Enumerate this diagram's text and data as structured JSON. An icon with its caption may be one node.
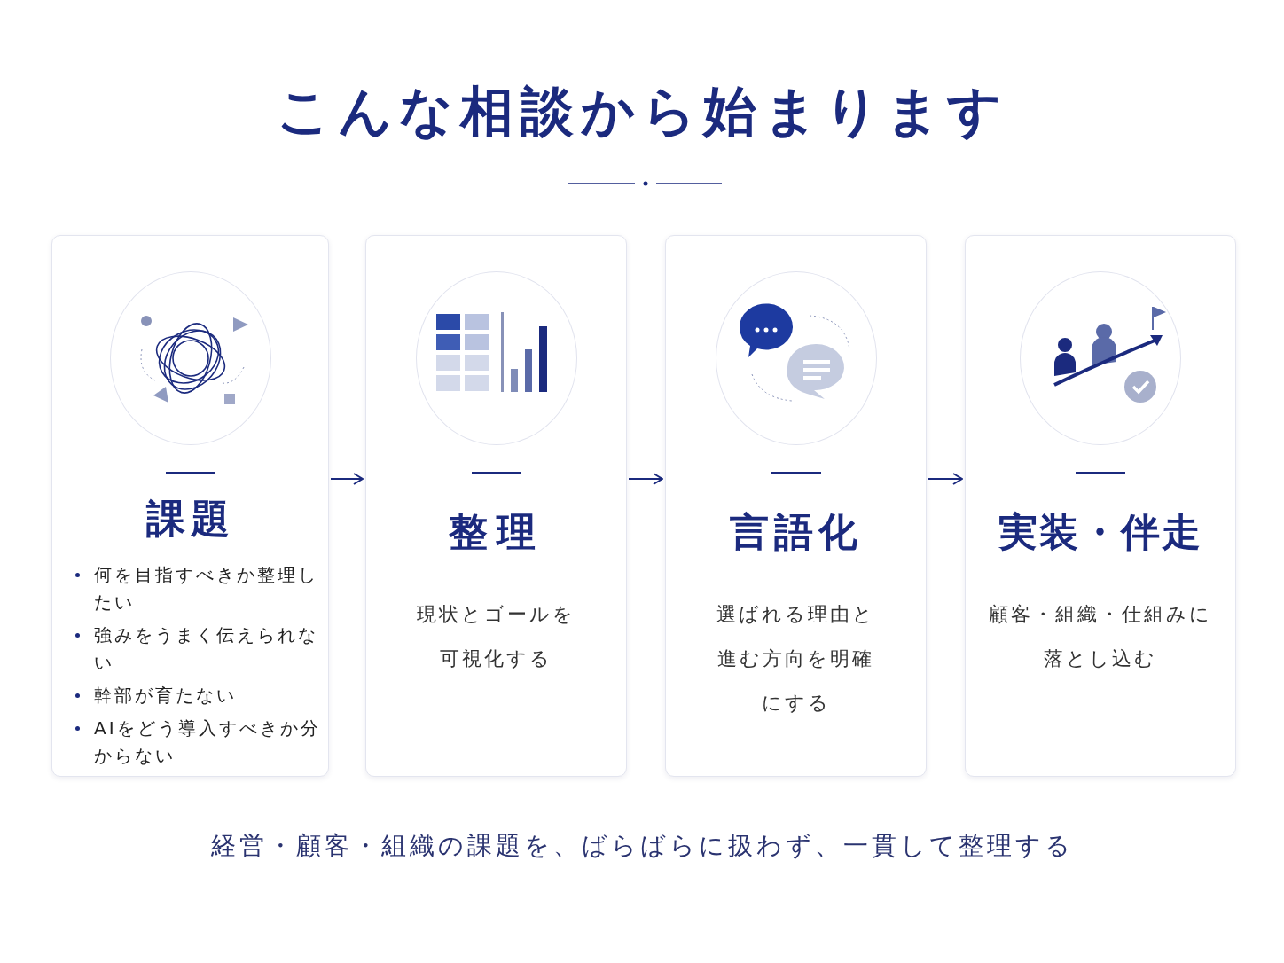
{
  "diagram": {
    "title": "こんな相談から始まります",
    "nodes": [
      {
        "text": [
          "課題",
          "何を目指すべきか整理したい",
          "強みをうまく伝えられない",
          "幹部が育たない",
          "AIをどう導入すべきか分からない"
        ]
      },
      {
        "text": [
          "整理",
          "現状とゴールを可視化する"
        ]
      },
      {
        "text": [
          "言語化",
          "選ばれる理由と進む方向を明確にする"
        ]
      },
      {
        "text": [
          "実装・伴走",
          "顧客・組織・仕組みに落とし込む"
        ]
      }
    ],
    "edges": [
      {
        "from": 0,
        "to": 1,
        "arrow": "to"
      },
      {
        "from": 1,
        "to": 2,
        "arrow": "to"
      },
      {
        "from": 2,
        "to": 3,
        "arrow": "to"
      }
    ],
    "caption": "経営・顧客・組織の課題を、ばらばらに扱わず、一貫して整理する"
  }
}
